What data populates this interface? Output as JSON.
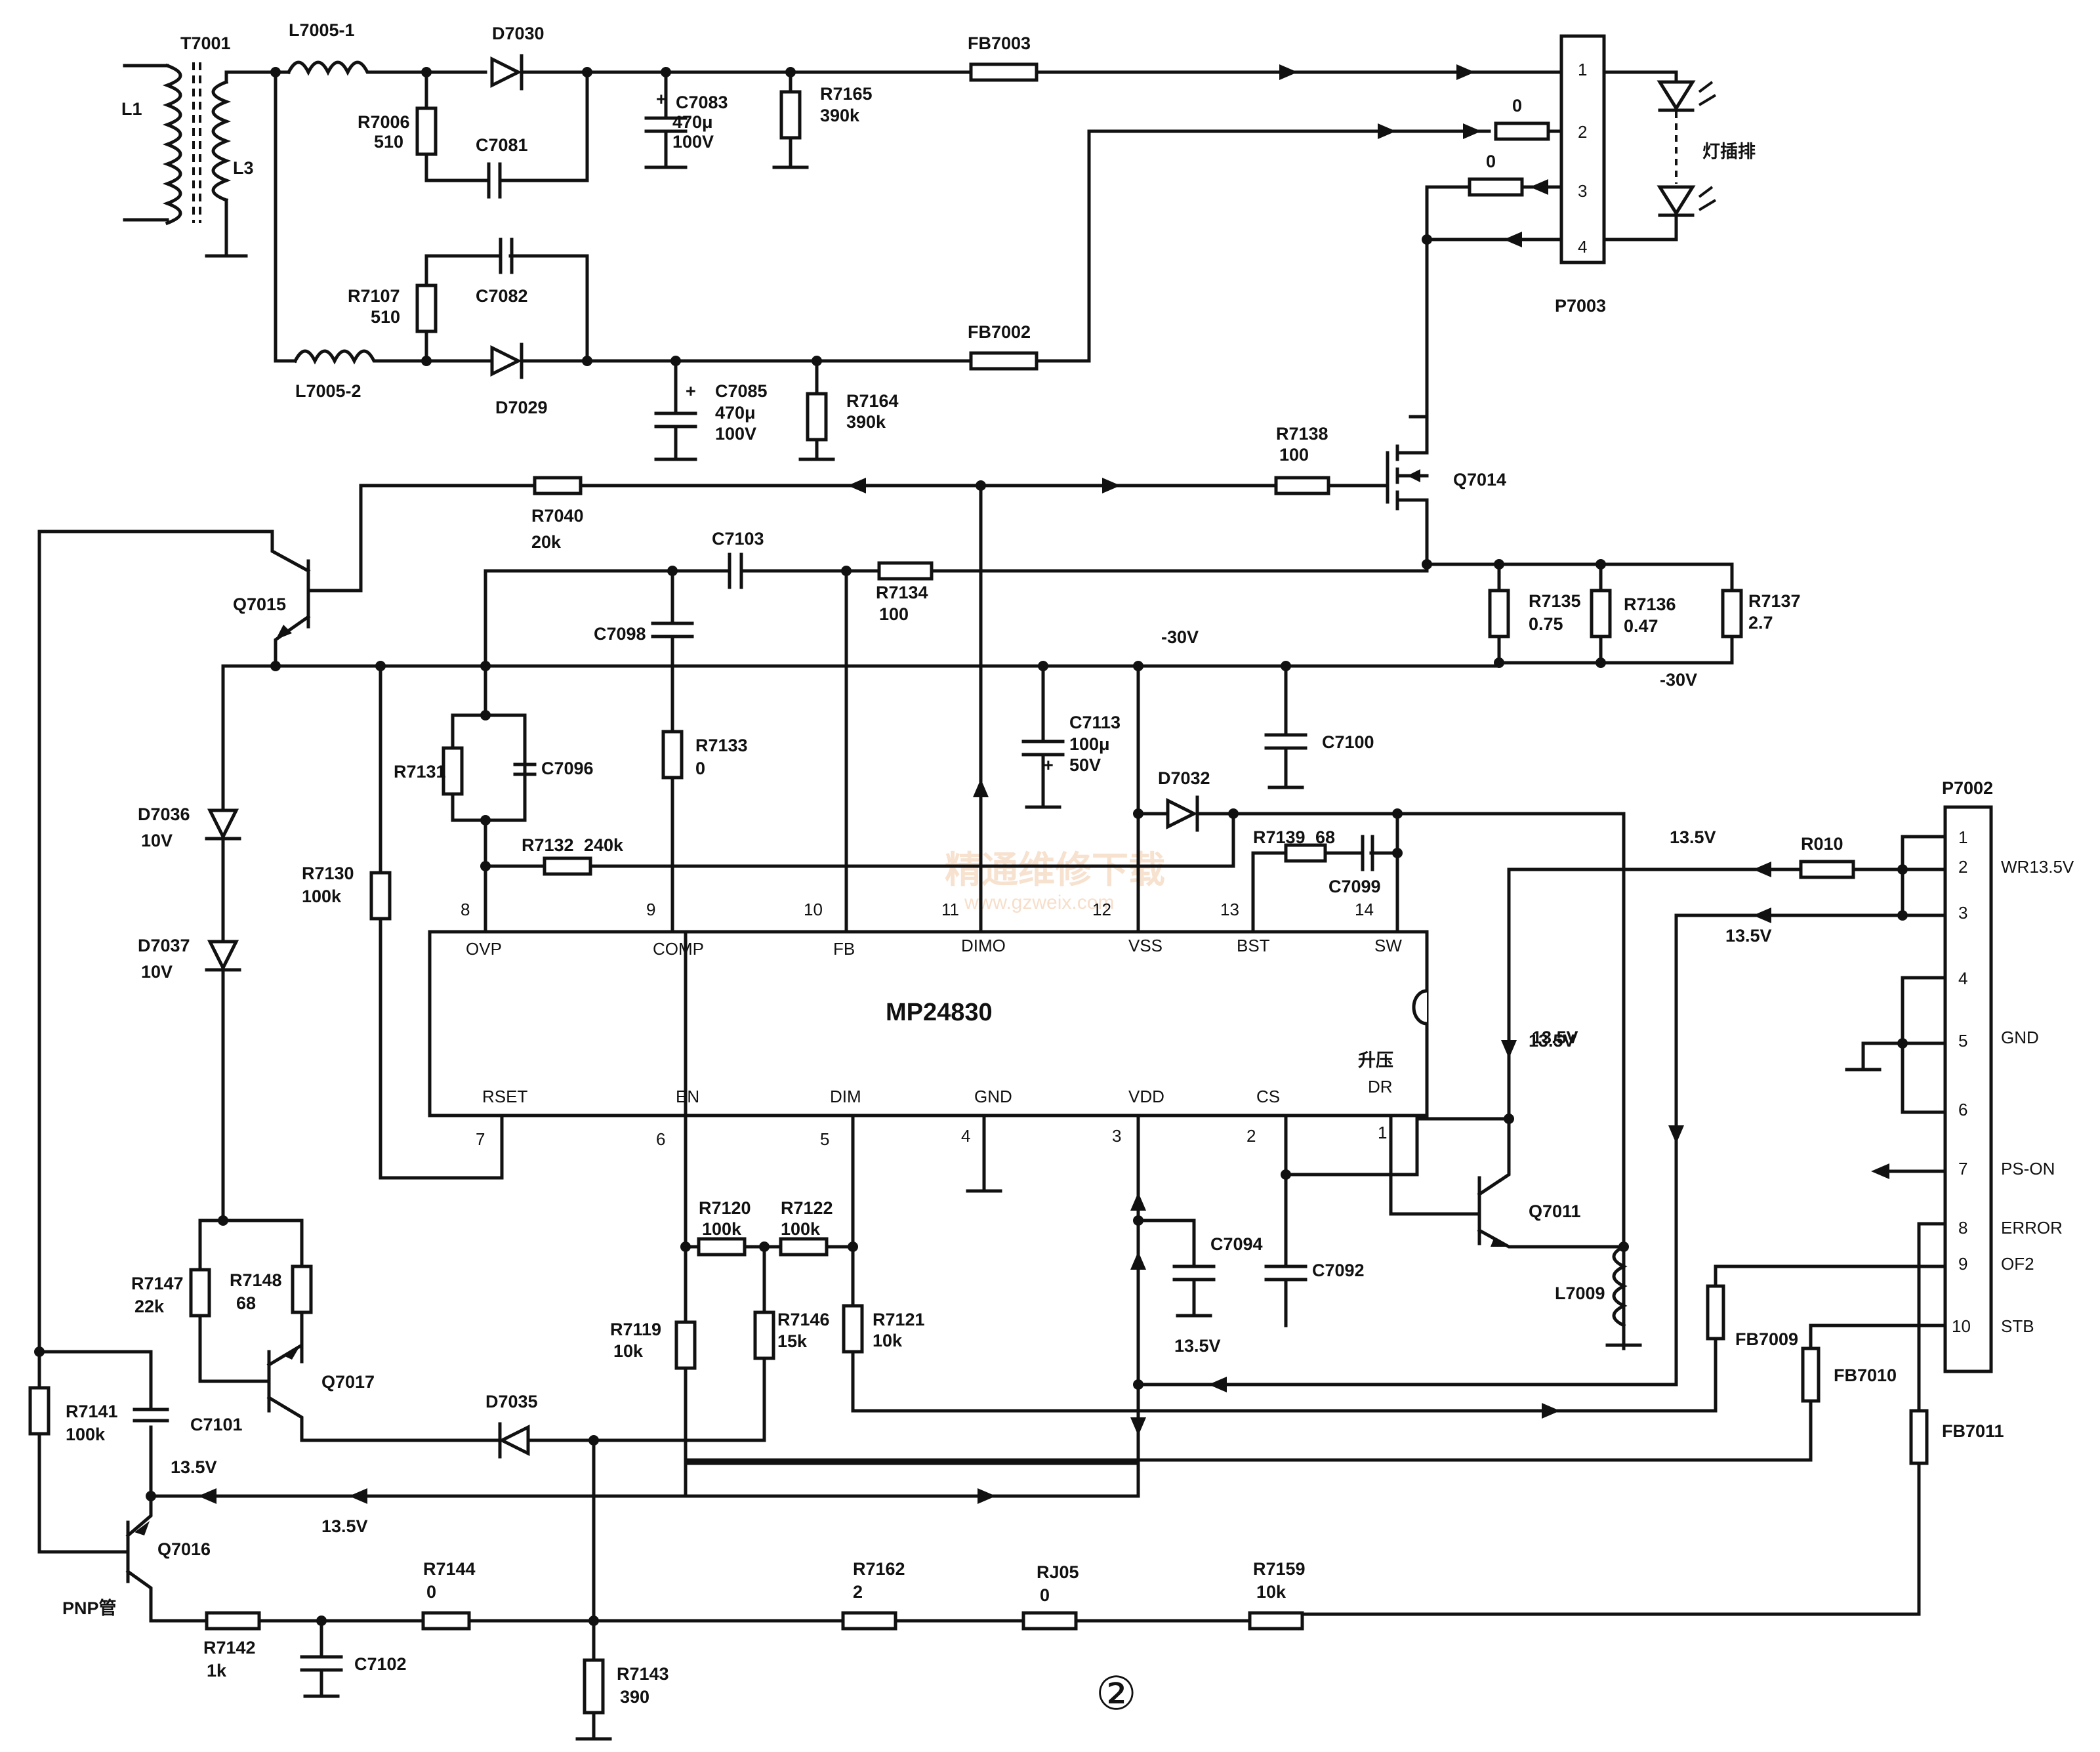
{
  "labels": {
    "t7001": "T7001",
    "l1": "L1",
    "l3": "L3",
    "l7005_1": "L7005-1",
    "l7005_2": "L7005-2",
    "d7030": "D7030",
    "d7029": "D7029",
    "r7006": "R7006",
    "r7006v": "510",
    "r7107": "R7107",
    "r7107v": "510",
    "c7081": "C7081",
    "c7082": "C7082",
    "c7083": "C7083",
    "c7083v1": "470μ",
    "c7083v2": "100V",
    "c7085": "C7085",
    "c7085v1": "470μ",
    "c7085v2": "100V",
    "r7165": "R7165",
    "r7165v": "390k",
    "r7164": "R7164",
    "r7164v": "390k",
    "fb7003": "FB7003",
    "fb7002": "FB7002",
    "zero": "0",
    "lamp": "灯插排",
    "p7003": "P7003",
    "r7138": "R7138",
    "r7138v": "100",
    "q7014": "Q7014",
    "r7040": "R7040",
    "r7040v": "20k",
    "q7015": "Q7015",
    "c7103": "C7103",
    "r7134": "R7134",
    "r7134v": "100",
    "r7135": "R7135",
    "r7135v": "0.75",
    "r7136": "R7136",
    "r7136v": "0.47",
    "r7137": "R7137",
    "r7137v": "2.7",
    "neg30a": "-30V",
    "neg30b": "-30V",
    "c7098": "C7098",
    "r7133": "R7133",
    "r7133v": "0",
    "c7113": "C7113",
    "c7113v1": "100μ",
    "c7113v2": "50V",
    "c7100": "C7100",
    "r7131": "R7131",
    "c7096": "C7096",
    "d7036": "D7036",
    "d7036v": "10V",
    "d7037": "D7037",
    "d7037v": "10V",
    "r7130": "R7130",
    "r7130v": "100k",
    "r7132": "R7132",
    "r7132v": "240k",
    "d7032": "D7032",
    "r7139": "R7139",
    "r7139v": "68",
    "c7099": "C7099",
    "p7002": "P7002",
    "r010": "R010",
    "v135": "13.5V",
    "chip": "MP24830",
    "boost": "升压",
    "q7011": "Q7011",
    "l7009": "L7009",
    "r7120": "R7120",
    "r7120v": "100k",
    "r7122": "R7122",
    "r7122v": "100k",
    "r7119": "R7119",
    "r7119v": "10k",
    "r7146": "R7146",
    "r7146v": "15k",
    "r7121": "R7121",
    "r7121v": "10k",
    "c7094": "C7094",
    "c7092": "C7092",
    "r7147": "R7147",
    "r7147v": "22k",
    "r7148": "R7148",
    "r7148v": "68",
    "q7017": "Q7017",
    "r7141": "R7141",
    "r7141v": "100k",
    "c7101": "C7101",
    "d7035": "D7035",
    "q7016": "Q7016",
    "pnp": "PNP管",
    "r7142": "R7142",
    "r7142v": "1k",
    "c7102": "C7102",
    "r7144": "R7144",
    "r7143": "R7143",
    "r7143v": "390",
    "r7162": "R7162",
    "r7162v": "2",
    "rj05": "RJ05",
    "r7159": "R7159",
    "r7159v": "10k",
    "fb7009": "FB7009",
    "fb7010": "FB7010",
    "fb7011": "FB7011",
    "circled": "②",
    "watermark": "精通维修下载",
    "watermark_url": "www.gzweix.com"
  },
  "chip_pins_top": [
    {
      "num": "8",
      "name": "OVP"
    },
    {
      "num": "9",
      "name": "COMP"
    },
    {
      "num": "10",
      "name": "FB"
    },
    {
      "num": "11",
      "name": "DIMO"
    },
    {
      "num": "12",
      "name": "VSS"
    },
    {
      "num": "13",
      "name": "BST"
    },
    {
      "num": "14",
      "name": "SW"
    }
  ],
  "chip_pins_bottom": [
    {
      "num": "7",
      "name": "RSET"
    },
    {
      "num": "6",
      "name": "EN"
    },
    {
      "num": "5",
      "name": "DIM"
    },
    {
      "num": "4",
      "name": "GND"
    },
    {
      "num": "3",
      "name": "VDD"
    },
    {
      "num": "2",
      "name": "CS"
    },
    {
      "num": "1",
      "name": "DR"
    }
  ],
  "p7003_pins": [
    "1",
    "2",
    "3",
    "4"
  ],
  "p7002_pins": [
    {
      "num": "1",
      "name": ""
    },
    {
      "num": "2",
      "name": "WR13.5V"
    },
    {
      "num": "3",
      "name": ""
    },
    {
      "num": "4",
      "name": ""
    },
    {
      "num": "5",
      "name": "GND"
    },
    {
      "num": "6",
      "name": ""
    },
    {
      "num": "7",
      "name": "PS-ON"
    },
    {
      "num": "8",
      "name": "ERROR"
    },
    {
      "num": "9",
      "name": "OF2"
    },
    {
      "num": "10",
      "name": "STB"
    }
  ]
}
